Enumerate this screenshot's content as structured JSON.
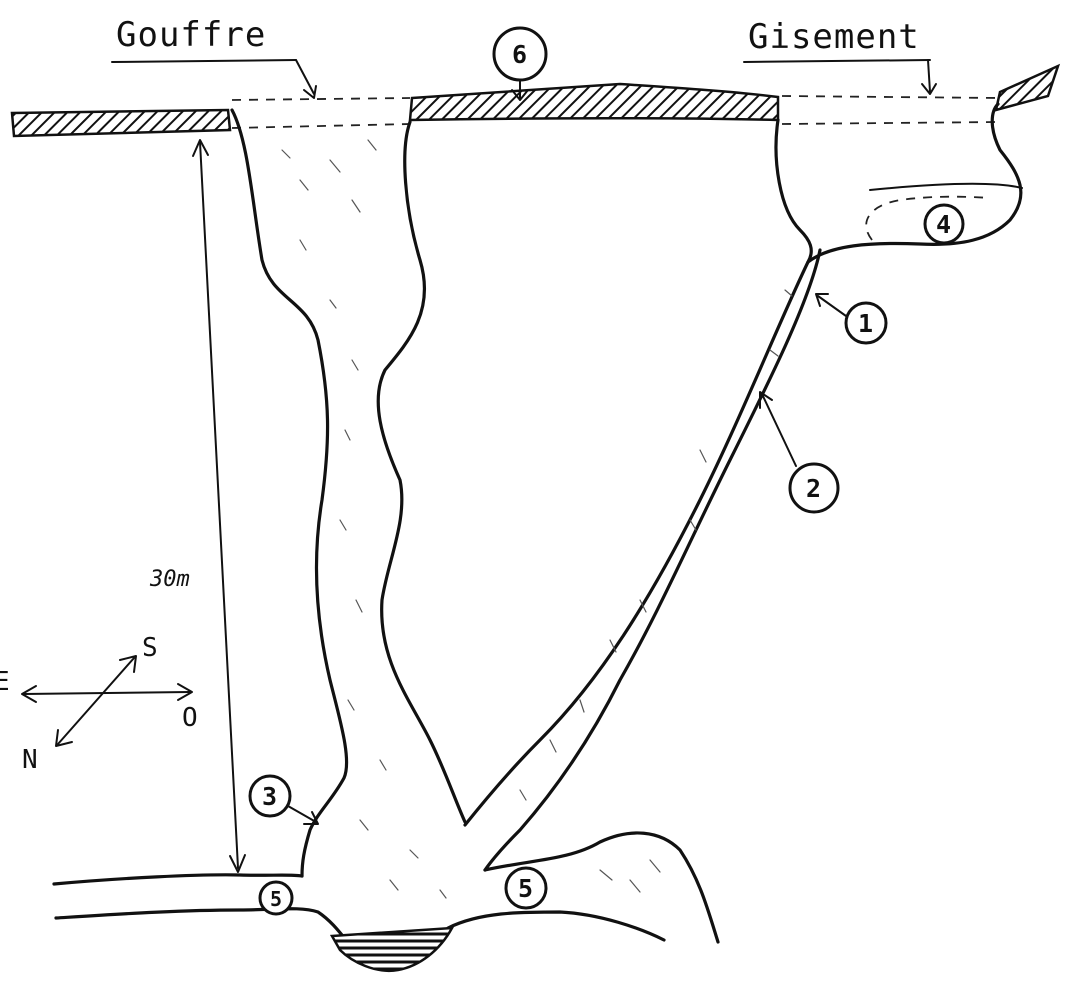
{
  "labels": {
    "gouffre": "Gouffre",
    "gisement": "Gisement",
    "scale": "30m"
  },
  "markers": {
    "m1": "1",
    "m2": "2",
    "m3": "3",
    "m4": "4",
    "m5a": "5",
    "m5b": "5",
    "m6": "6"
  },
  "compass": {
    "north": "N",
    "south": "S",
    "east": "E",
    "west": "O"
  }
}
